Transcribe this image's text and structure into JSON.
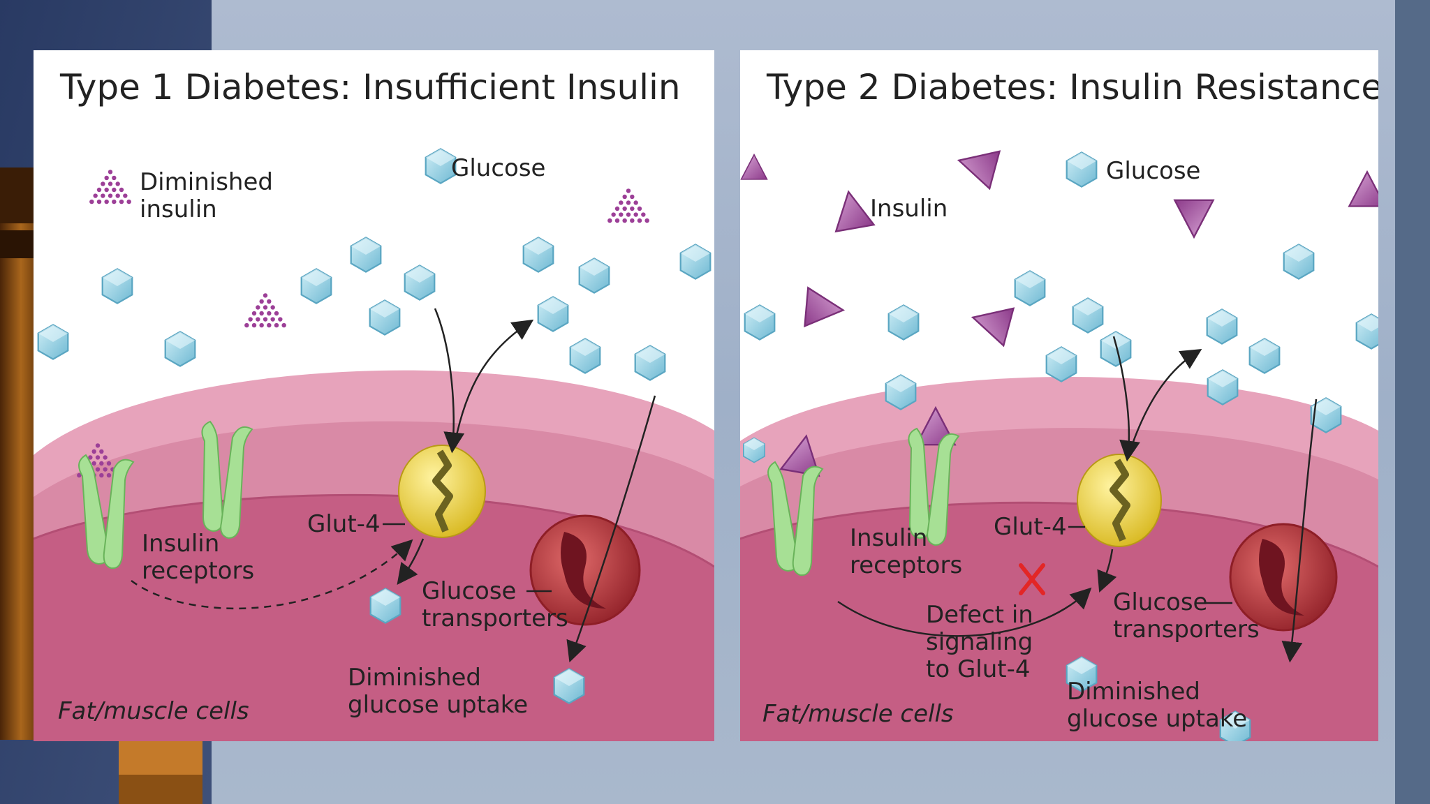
{
  "panels": [
    {
      "title": "Type 1 Diabetes: Insufficient Insulin",
      "labels": {
        "insulin": "Diminished\ninsulin",
        "glucose": "Glucose",
        "glut4": "Glut-4",
        "receptors": "Insulin\nreceptors",
        "transporters": "Glucose\ntransporters",
        "uptake": "Diminished\nglucose uptake",
        "cells": "Fat/muscle cells"
      }
    },
    {
      "title": "Type 2 Diabetes: Insulin Resistance",
      "labels": {
        "insulin": "Insulin",
        "glucose": "Glucose",
        "glut4": "Glut-4",
        "receptors": "Insulin\nreceptors",
        "defect": "Defect in\nsignaling\nto Glut-4",
        "transporters": "Glucose\ntransporters",
        "uptake": "Diminished\nglucose uptake",
        "cells": "Fat/muscle cells"
      }
    }
  ],
  "colors": {
    "glucose_fill": "#8fd1e3",
    "insulin_fill": "#a04b9c",
    "cell_outer": "#e8a6bd",
    "cell_inner": "#c25e82",
    "glut4_fill": "#f1dc4b",
    "receptor_fill": "#9fdd8e",
    "defect_x": "#e32626"
  }
}
